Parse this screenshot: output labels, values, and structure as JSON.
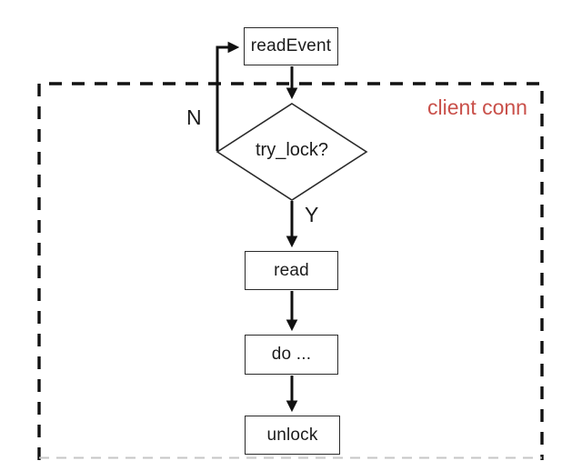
{
  "diagram": {
    "region_label": "client conn",
    "nodes": {
      "read_event": "readEvent",
      "try_lock": "try_lock?",
      "read": "read",
      "do_work": "do ...",
      "unlock": "unlock"
    },
    "branch_labels": {
      "no": "N",
      "yes": "Y"
    },
    "colors": {
      "region_label": "#c9504a",
      "line": "#1b1b1b",
      "background": "#ffffff"
    }
  }
}
